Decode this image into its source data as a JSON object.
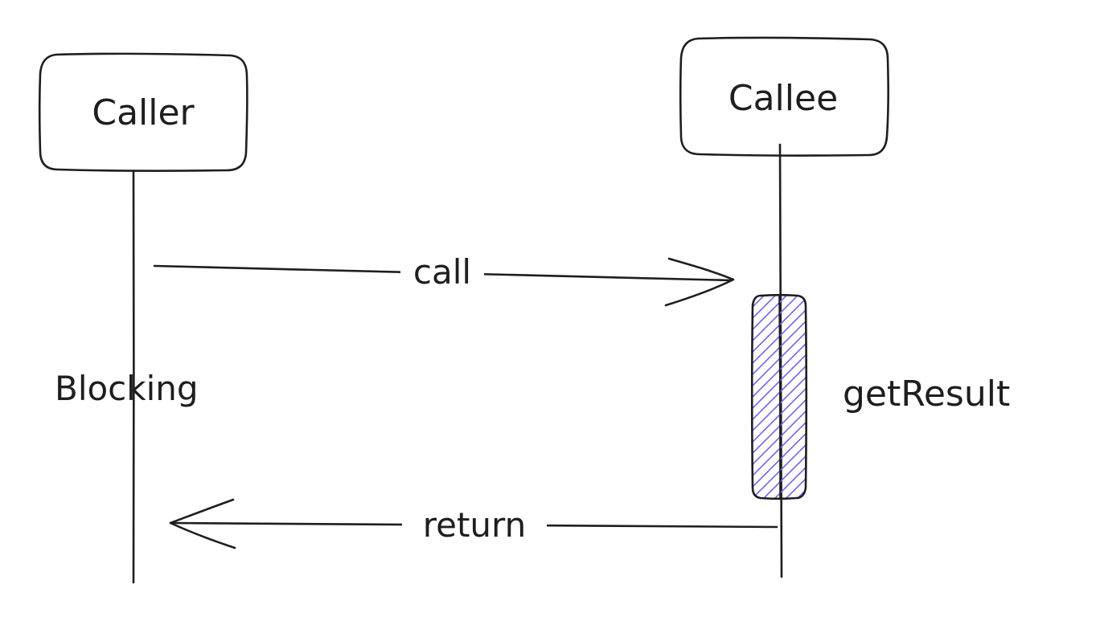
{
  "participants": {
    "caller": {
      "label": "Caller"
    },
    "callee": {
      "label": "Callee"
    }
  },
  "messages": {
    "call": {
      "label": "call"
    },
    "return": {
      "label": "return"
    }
  },
  "notes": {
    "blocking": "Blocking",
    "activation": "getResult"
  },
  "colors": {
    "stroke": "#1e1e1e",
    "activation_hatch": "#6f66e8",
    "background": "#ffffff"
  }
}
